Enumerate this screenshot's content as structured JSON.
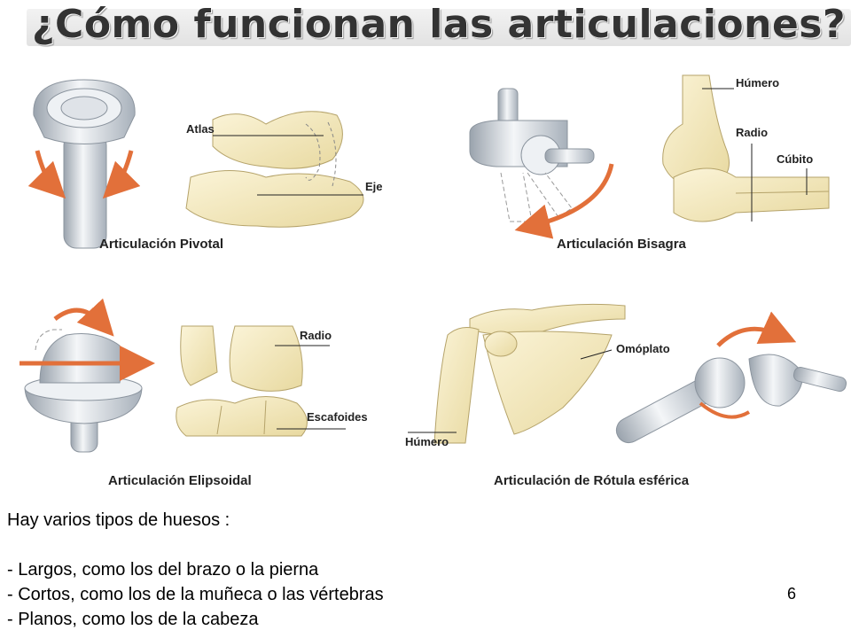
{
  "title": "¿Cómo funcionan las articulaciones?",
  "captions": {
    "pivot": "Articulación  Pivotal",
    "hinge": "Articulación Bisagra",
    "ellipsoid": "Articulación Elipsoidal",
    "ball": "Articulación de Rótula esférica"
  },
  "labels": {
    "atlas": "Atlas",
    "eje": "Eje",
    "humero_top": "Húmero",
    "radio_top": "Radio",
    "cubito": "Cúbito",
    "radio_bottom": "Radio",
    "escafoides": "Escafoides",
    "omoplato": "Omóplato",
    "humero_bottom": "Húmero"
  },
  "body_text": {
    "intro": "Hay varios tipos de huesos :",
    "items": [
      "- Largos, como los del brazo o la pierna",
      "- Cortos, como los de la muñeca o las vértebras",
      "- Planos, como los de la cabeza"
    ]
  },
  "page_number": "6",
  "colors": {
    "bone": "#f3e8bf",
    "bone_shade": "#d9c98f",
    "metal": "#dfe3e8",
    "arrow": "#e2703a"
  }
}
